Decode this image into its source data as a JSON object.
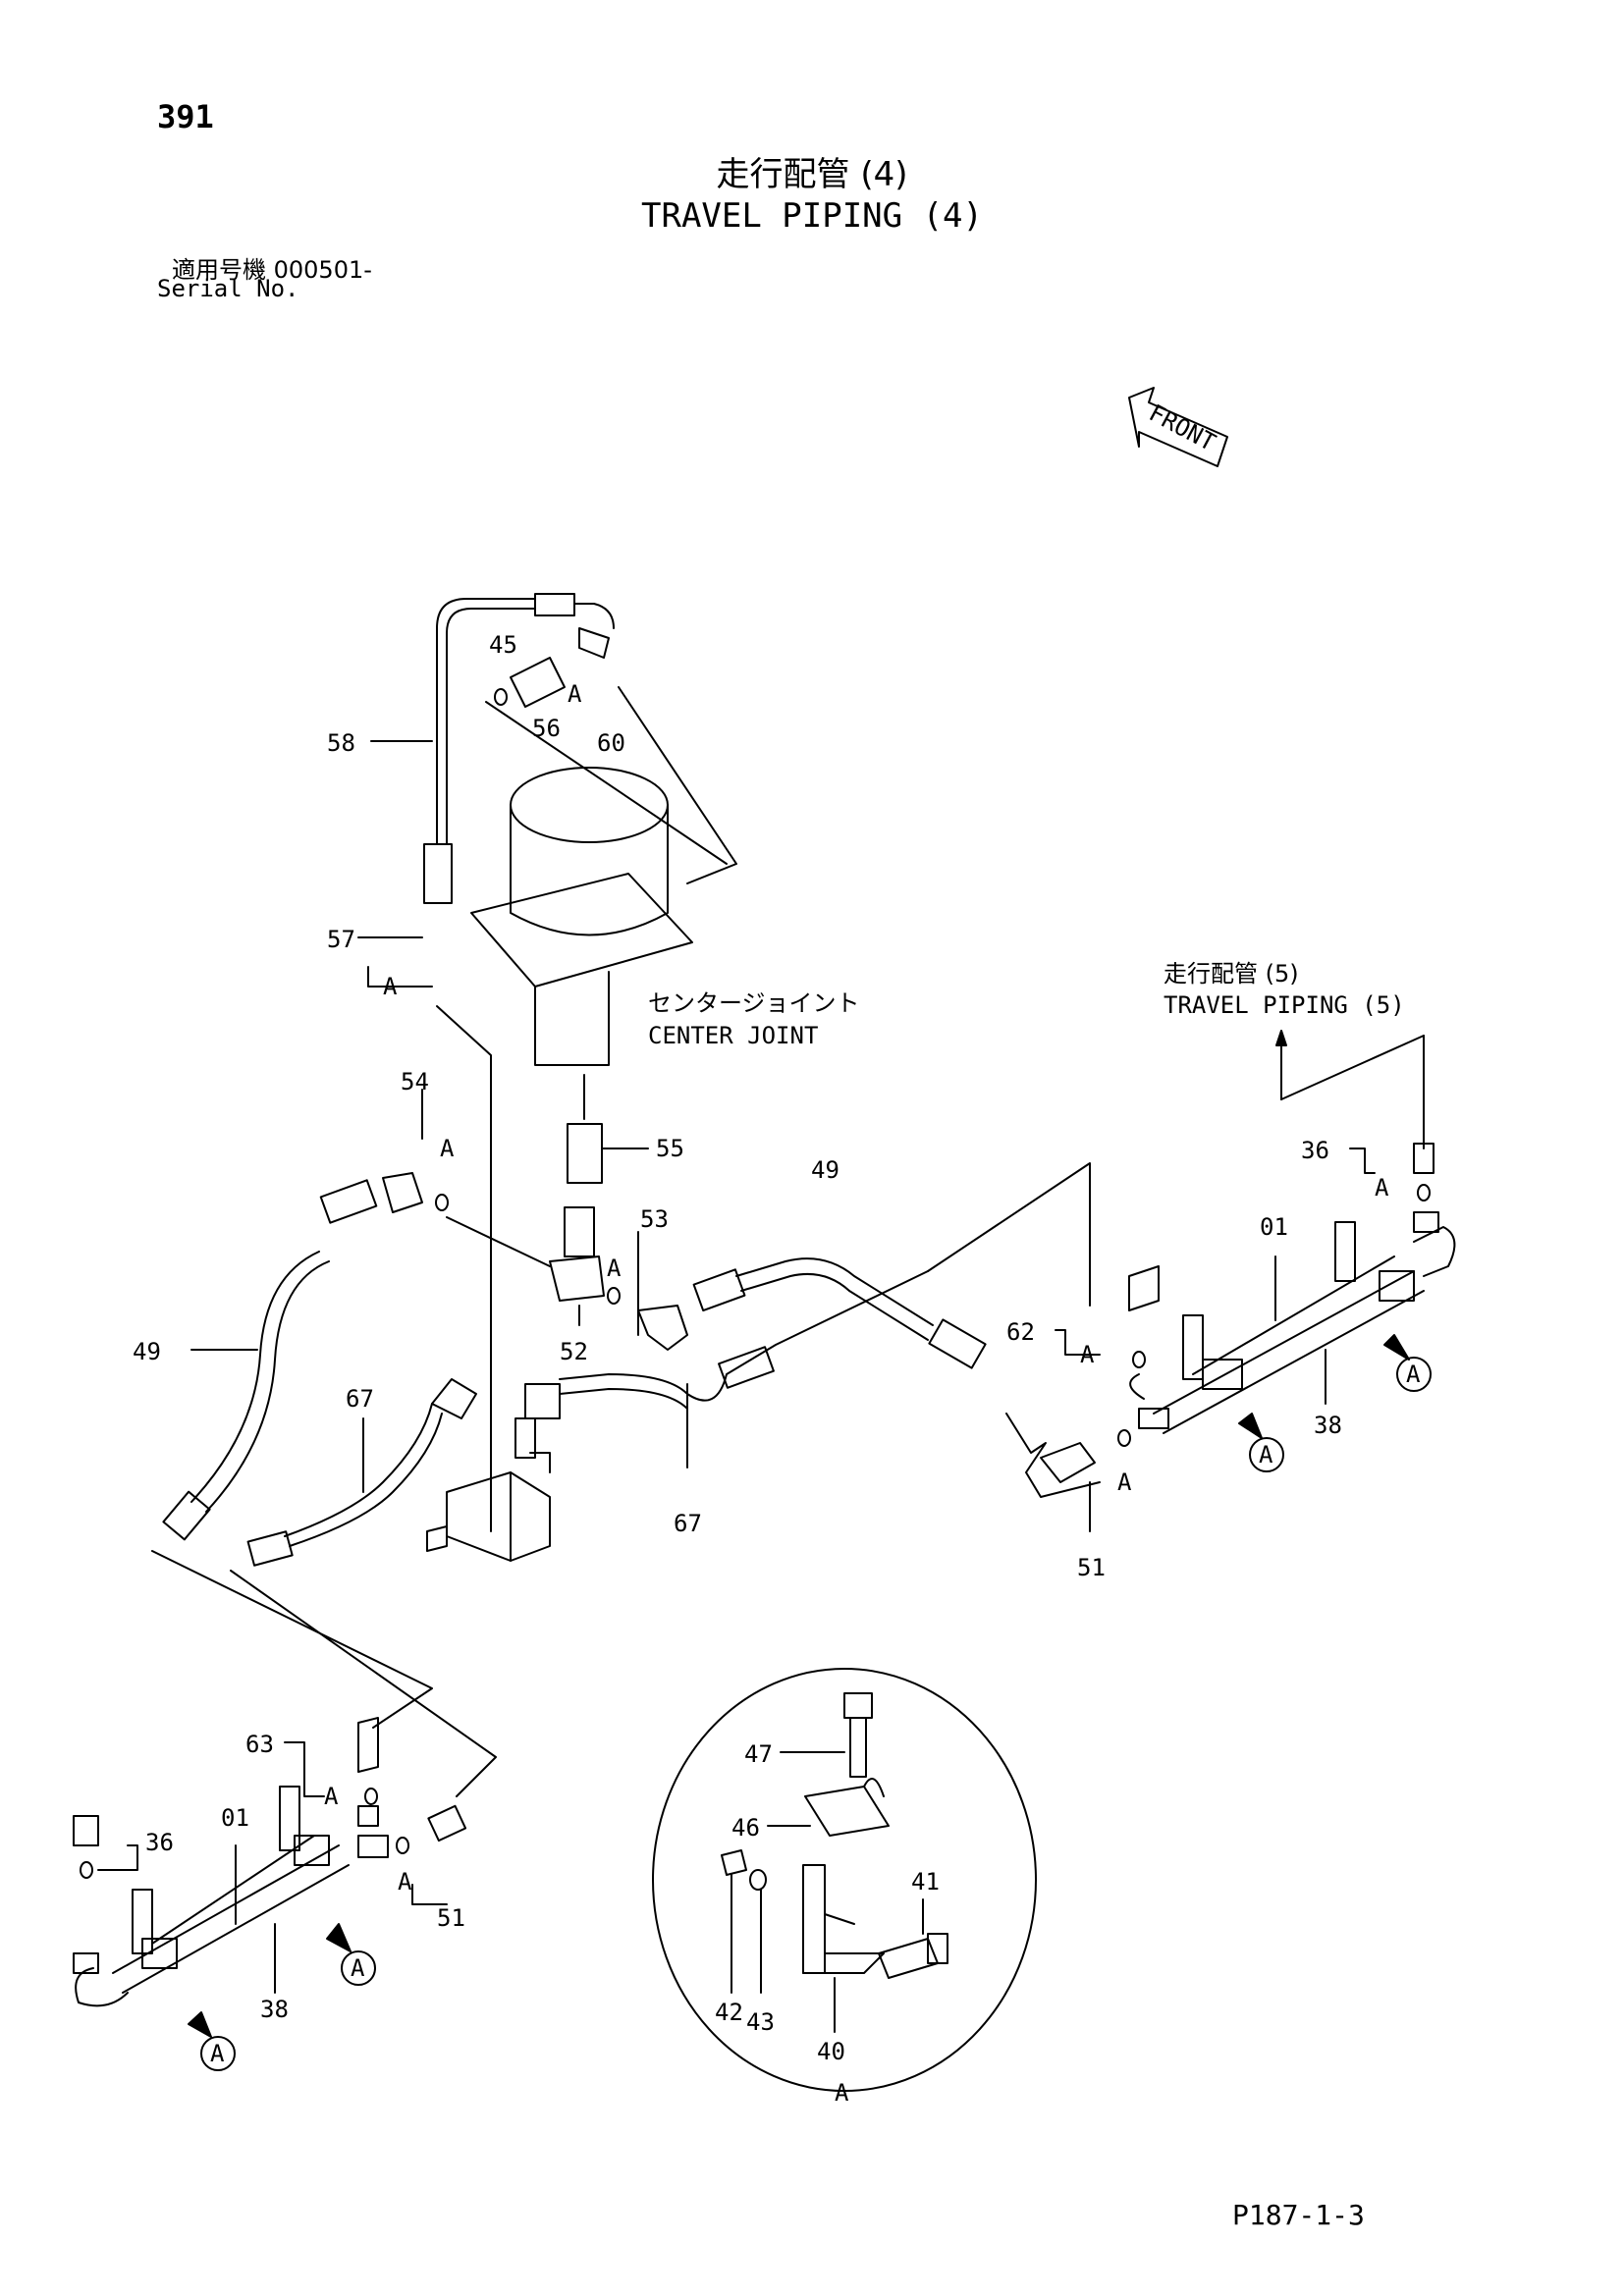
{
  "header": {
    "page_number": "391",
    "title_jp": "走行配管 (4)",
    "title_en": "TRAVEL PIPING (4)",
    "serial_label_jp": "適用号機  000501-",
    "serial_label_en": "Serial No."
  },
  "orientation": {
    "label": "FRONT",
    "icon": "arrow-icon"
  },
  "callouts": {
    "center_joint_jp": "センタージョイント",
    "center_joint_en": "CENTER JOINT",
    "travel_piping5_jp": "走行配管 (5)",
    "travel_piping5_en": "TRAVEL PIPING (5)",
    "detail_a": "A"
  },
  "part_labels": {
    "p45": "45",
    "p56": "56",
    "p60": "60",
    "p58": "58",
    "p57": "57",
    "p54": "54",
    "p55": "55",
    "p53": "53",
    "p52": "52",
    "p49a": "49",
    "p49b": "49",
    "p67a": "67",
    "p67b": "67",
    "p62": "62",
    "p51a": "51",
    "p36a": "36",
    "p01a": "01",
    "p38a": "38",
    "p63": "63",
    "p36b": "36",
    "p01b": "01",
    "p38b": "38",
    "p51b": "51",
    "p47": "47",
    "p46": "46",
    "p41": "41",
    "p42": "42",
    "p43": "43",
    "p40": "40"
  },
  "a_marks": {
    "a1": "A",
    "a2": "A",
    "a3": "A",
    "a4": "A",
    "a5": "A",
    "a6": "A",
    "a7": "A",
    "a8": "A",
    "a9": "A"
  },
  "circled_a": {
    "c1": "A",
    "c2": "A",
    "c3": "A",
    "c4": "A"
  },
  "footer": {
    "code": "P187-1-3"
  }
}
